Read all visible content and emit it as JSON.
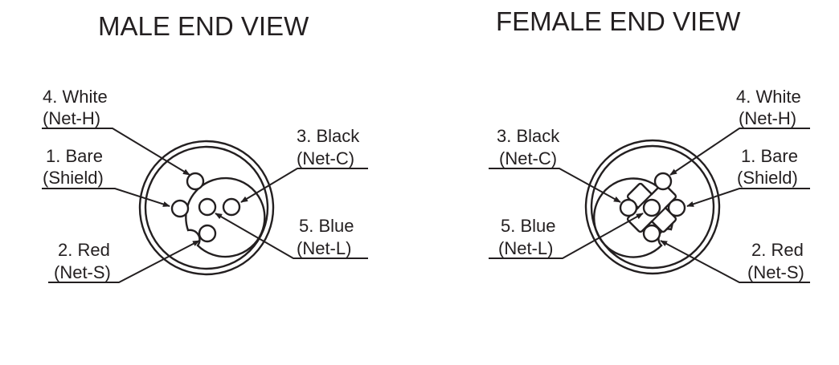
{
  "male": {
    "title": "MALE END VIEW",
    "pins": {
      "white": {
        "line1": "4. White",
        "line2": "(Net-H)"
      },
      "bare": {
        "line1": "1. Bare",
        "line2": "(Shield)"
      },
      "red": {
        "line1": "2. Red",
        "line2": "(Net-S)"
      },
      "black": {
        "line1": "3. Black",
        "line2": "(Net-C)"
      },
      "blue": {
        "line1": "5. Blue",
        "line2": "(Net-L)"
      }
    }
  },
  "female": {
    "title": "FEMALE END VIEW",
    "pins": {
      "black": {
        "line1": "3. Black",
        "line2": "(Net-C)"
      },
      "blue": {
        "line1": "5. Blue",
        "line2": "(Net-L)"
      },
      "white": {
        "line1": "4. White",
        "line2": "(Net-H)"
      },
      "bare": {
        "line1": "1. Bare",
        "line2": "(Shield)"
      },
      "red": {
        "line1": "2. Red",
        "line2": "(Net-S)"
      }
    }
  },
  "colors": {
    "ink": "#231f20",
    "background": "#ffffff"
  }
}
